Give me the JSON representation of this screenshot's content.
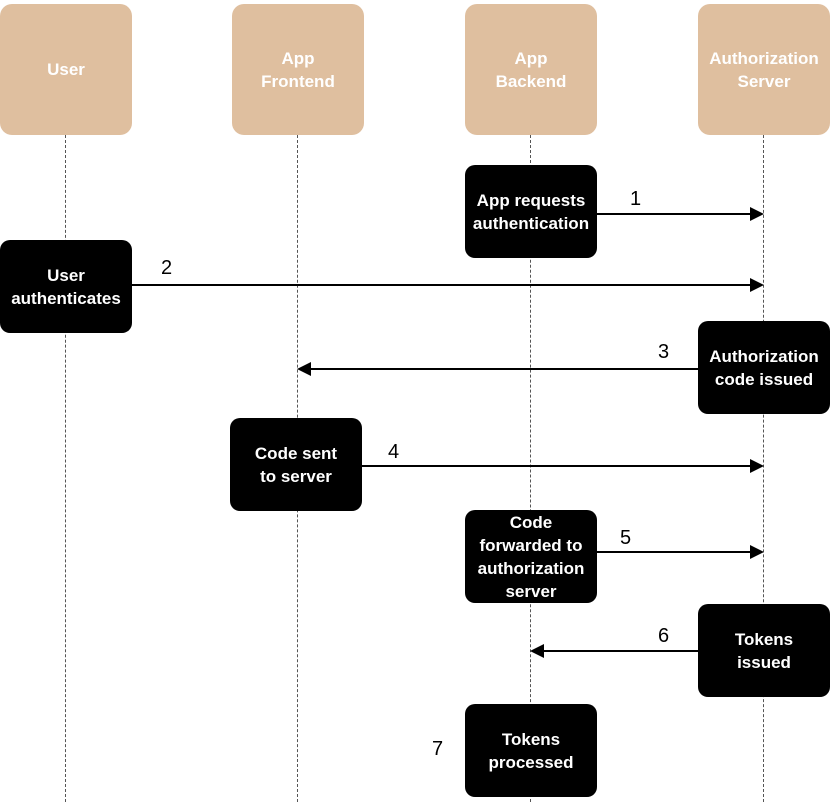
{
  "colors": {
    "actor_fill": "#dfbf9f",
    "actor_text": "#ffffff",
    "step_fill": "#000000",
    "step_text": "#ffffff",
    "line": "#000000"
  },
  "actors": [
    {
      "label": "User"
    },
    {
      "label": "App\nFrontend"
    },
    {
      "label": "App\nBackend"
    },
    {
      "label": "Authorization\nServer"
    }
  ],
  "steps": [
    {
      "number": "1",
      "label": "App requests\nauthentication"
    },
    {
      "number": "2",
      "label": "User\nauthenticates"
    },
    {
      "number": "3",
      "label": "Authorization\ncode issued"
    },
    {
      "number": "4",
      "label": "Code sent\nto server"
    },
    {
      "number": "5",
      "label": "Code\nforwarded to\nauthorization\nserver"
    },
    {
      "number": "6",
      "label": "Tokens\nissued"
    },
    {
      "number": "7",
      "label": "Tokens\nprocessed"
    }
  ]
}
